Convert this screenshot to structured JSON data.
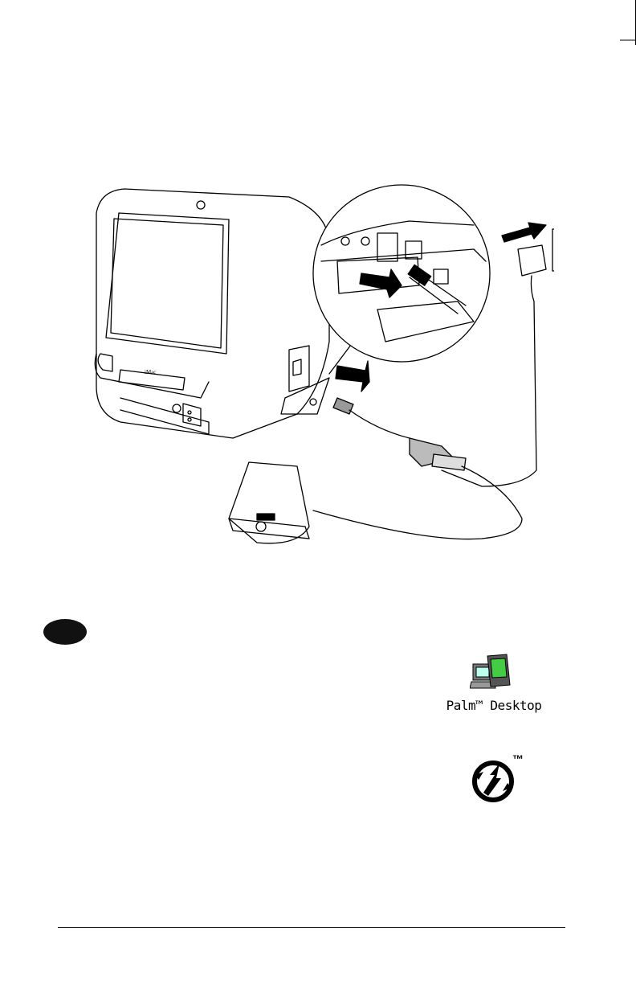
{
  "icons": {
    "palm_desktop": {
      "name": "palm-desktop-icon",
      "label": "Palm™ Desktop"
    },
    "hotsync": {
      "name": "hotsync-icon",
      "trademark": "™"
    }
  },
  "step_badge": {
    "color": "#111111"
  },
  "illustration": {
    "name": "imac-hotsync-cradle-connection-illustration",
    "imac_badge": "iMac"
  }
}
